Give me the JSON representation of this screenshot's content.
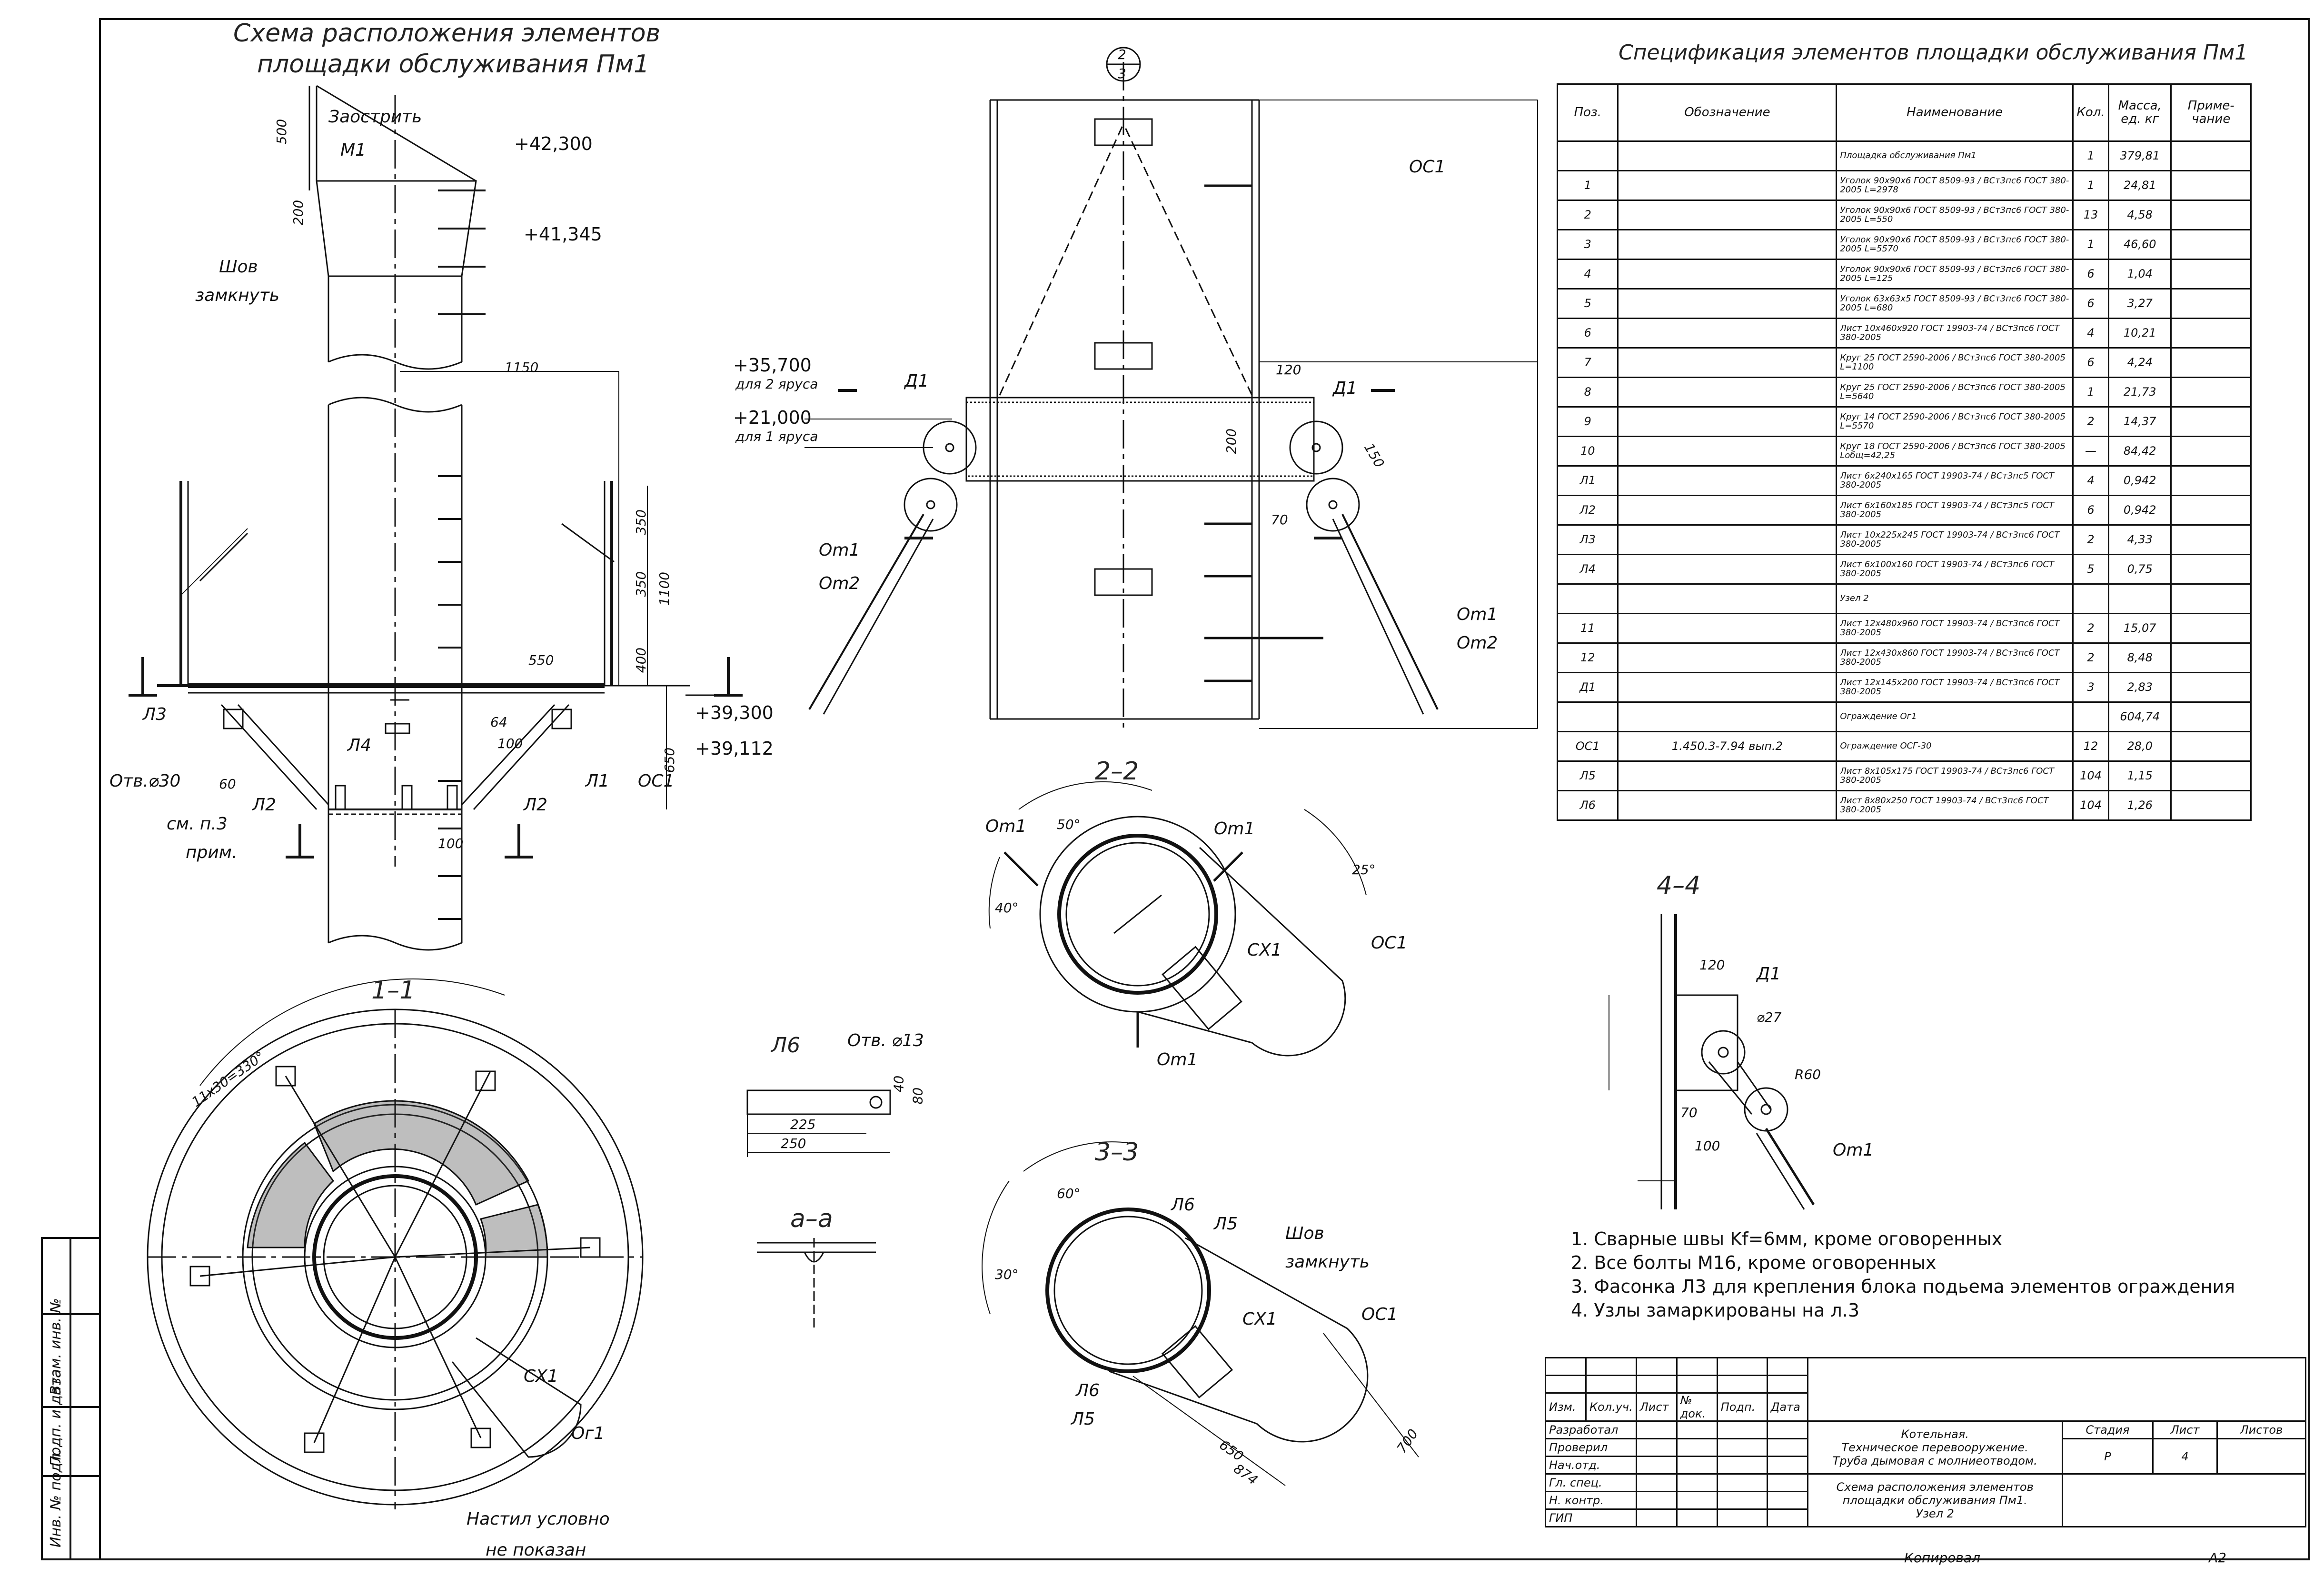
{
  "titles": {
    "main": "Схема расположения элементов",
    "main2": "площадки обслуживания Пм1",
    "spec": "Спецификация элементов площадки обслуживания Пм1",
    "sec22": "2–2",
    "sec11": "1–1",
    "sec33": "3–3",
    "sec44": "4–4",
    "secaa": "а–а",
    "l6": "Л6",
    "node": "2",
    "node_sheet": "3"
  },
  "labels": {
    "zaostrit": "Заострить",
    "m1": "М1",
    "shov": "Шов",
    "zamknut": "замкнуть",
    "otv30": "Отв.⌀30",
    "sm_p3": "см. п.3",
    "prim": "прим.",
    "oc1": "ОС1",
    "om1": "Оm1",
    "om2": "Оm2",
    "cx1": "СХ1",
    "og1": "Ог1",
    "d1": "Д1",
    "nastil": "Настил условно",
    "ne_pokazan": "не показан",
    "otv13": "Отв. ⌀13",
    "r60": "R60",
    "d27": "⌀27",
    "ytier2": "для 2 яруса",
    "ytier1": "для 1 яруса",
    "l3": "Л3",
    "l2": "Л2",
    "l4": "Л4",
    "l1": "Л1",
    "l5": "Л5",
    "l6b": "Л6"
  },
  "elevations": {
    "e42300": "+42,300",
    "e41345": "+41,345",
    "e39300": "+39,300",
    "e39112": "+39,112",
    "e35700": "+35,700",
    "e21000": "+21,000"
  },
  "dims": {
    "d500": "500",
    "d200": "200",
    "d1150": "1150",
    "d350a": "350",
    "d350b": "350",
    "d1100": "1100",
    "d400": "400",
    "d650": "650",
    "d550": "550",
    "d64": "64",
    "d100": "100",
    "d100b": "100",
    "d60": "60",
    "d120": "120",
    "d70": "70",
    "d150": "150",
    "d225": "225",
    "d250": "250",
    "d40": "40",
    "d80": "80",
    "d874": "874",
    "d650b": "650",
    "d700": "700",
    "d11x30": "11x30=330°",
    "a50": "50°",
    "a40": "40°",
    "a25": "25°",
    "a60": "60°",
    "a30": "30°"
  },
  "notes": [
    "1. Сварные швы Kf=6мм, кроме оговоренных",
    "2. Все болты М16, кроме оговоренных",
    "3. Фасонка Л3 для крепления блока подьема элементов ограждения",
    "4. Узлы замаркированы на л.3"
  ],
  "spec": {
    "headers": [
      "Поз.",
      "Обозначение",
      "Наименование",
      "Кол.",
      "Масса, ед. кг",
      "Приме-чание"
    ],
    "rows": [
      {
        "pos": "",
        "des": "",
        "name": "Площадка обслуживания Пм1",
        "qty": "1",
        "mass": "379,81"
      },
      {
        "pos": "1",
        "des": "",
        "name": "Уголок 90х90х6 ГОСТ 8509-93 / ВСт3пс6 ГОСТ 380-2005  L=2978",
        "qty": "1",
        "mass": "24,81"
      },
      {
        "pos": "2",
        "des": "",
        "name": "Уголок 90х90х6 ГОСТ 8509-93 / ВСт3пс6 ГОСТ 380-2005  L=550",
        "qty": "13",
        "mass": "4,58"
      },
      {
        "pos": "3",
        "des": "",
        "name": "Уголок 90х90х6 ГОСТ 8509-93 / ВСт3пс6 ГОСТ 380-2005  L=5570",
        "qty": "1",
        "mass": "46,60"
      },
      {
        "pos": "4",
        "des": "",
        "name": "Уголок 90х90х6 ГОСТ 8509-93 / ВСт3пс6 ГОСТ 380-2005  L=125",
        "qty": "6",
        "mass": "1,04"
      },
      {
        "pos": "5",
        "des": "",
        "name": "Уголок 63х63х5 ГОСТ 8509-93 / ВСт3пс6 ГОСТ 380-2005  L=680",
        "qty": "6",
        "mass": "3,27"
      },
      {
        "pos": "6",
        "des": "",
        "name": "Лист 10х460х920 ГОСТ 19903-74 / ВСт3пс6 ГОСТ 380-2005",
        "qty": "4",
        "mass": "10,21"
      },
      {
        "pos": "7",
        "des": "",
        "name": "Круг 25 ГОСТ 2590-2006 / ВСт3пс6 ГОСТ 380-2005  L=1100",
        "qty": "6",
        "mass": "4,24"
      },
      {
        "pos": "8",
        "des": "",
        "name": "Круг 25 ГОСТ 2590-2006 / ВСт3пс6 ГОСТ 380-2005  L=5640",
        "qty": "1",
        "mass": "21,73"
      },
      {
        "pos": "9",
        "des": "",
        "name": "Круг 14 ГОСТ 2590-2006 / ВСт3пс6 ГОСТ 380-2005  L=5570",
        "qty": "2",
        "mass": "14,37"
      },
      {
        "pos": "10",
        "des": "",
        "name": "Круг 18 ГОСТ 2590-2006 / ВСт3пс6 ГОСТ 380-2005  Lобщ=42,25",
        "qty": "—",
        "mass": "84,42"
      },
      {
        "pos": "Л1",
        "des": "",
        "name": "Лист 6х240х165 ГОСТ 19903-74 / ВСт3пс5 ГОСТ 380-2005",
        "qty": "4",
        "mass": "0,942"
      },
      {
        "pos": "Л2",
        "des": "",
        "name": "Лист 6х160х185 ГОСТ 19903-74 / ВСт3пс5 ГОСТ 380-2005",
        "qty": "6",
        "mass": "0,942"
      },
      {
        "pos": "Л3",
        "des": "",
        "name": "Лист 10х225х245 ГОСТ 19903-74 / ВСт3пс6 ГОСТ 380-2005",
        "qty": "2",
        "mass": "4,33"
      },
      {
        "pos": "Л4",
        "des": "",
        "name": "Лист 6х100х160 ГОСТ 19903-74 / ВСт3пс6 ГОСТ 380-2005",
        "qty": "5",
        "mass": "0,75"
      },
      {
        "pos": "",
        "des": "",
        "name": "Узел 2",
        "qty": "",
        "mass": ""
      },
      {
        "pos": "11",
        "des": "",
        "name": "Лист 12х480х960 ГОСТ 19903-74 / ВСт3пс6 ГОСТ 380-2005",
        "qty": "2",
        "mass": "15,07"
      },
      {
        "pos": "12",
        "des": "",
        "name": "Лист 12х430х860 ГОСТ 19903-74 / ВСт3пс6 ГОСТ 380-2005",
        "qty": "2",
        "mass": "8,48"
      },
      {
        "pos": "Д1",
        "des": "",
        "name": "Лист 12х145х200 ГОСТ 19903-74 / ВСт3пс6 ГОСТ 380-2005",
        "qty": "3",
        "mass": "2,83"
      },
      {
        "pos": "",
        "des": "",
        "name": "Ограждение Ог1",
        "qty": "",
        "mass": "604,74"
      },
      {
        "pos": "ОС1",
        "des": "1.450.3-7.94 вып.2",
        "name": "Ограждение ОСГ-30",
        "qty": "12",
        "mass": "28,0"
      },
      {
        "pos": "Л5",
        "des": "",
        "name": "Лист 8х105х175 ГОСТ 19903-74 / ВСт3пс6 ГОСТ 380-2005",
        "qty": "104",
        "mass": "1,15"
      },
      {
        "pos": "Л6",
        "des": "",
        "name": "Лист 8х80х250 ГОСТ 19903-74 / ВСт3пс6 ГОСТ 380-2005",
        "qty": "104",
        "mass": "1,26"
      }
    ]
  },
  "titleblock": {
    "h_izm": "Изм.",
    "h_kol": "Кол.уч.",
    "h_list": "Лист",
    "h_ndok": "№ док.",
    "h_podp": "Подп.",
    "h_data": "Дата",
    "razrab": "Разработал",
    "proveril": "Проверил",
    "nachotd": "Нач.отд.",
    "glspec": "Гл. спец.",
    "nkontr": "Н. контр.",
    "gip": "ГИП",
    "project1": "Котельная.",
    "project2": "Техническое перевооружение.",
    "project3": "Труба дымовая с молниеотводом.",
    "sheet1": "Схема расположения элементов",
    "sheet2": "площадки обслуживания Пм1.",
    "sheet3": "Узел 2",
    "stadia_h": "Стадия",
    "list_h": "Лист",
    "listov_h": "Листов",
    "stadia": "Р",
    "list": "4",
    "listov": "",
    "kopiroval": "Копировал",
    "format": "А2"
  },
  "stamps": {
    "inv": "Инв. № подл.",
    "podp": "Подп. и дата",
    "vzam": "Взам. инв. №"
  }
}
